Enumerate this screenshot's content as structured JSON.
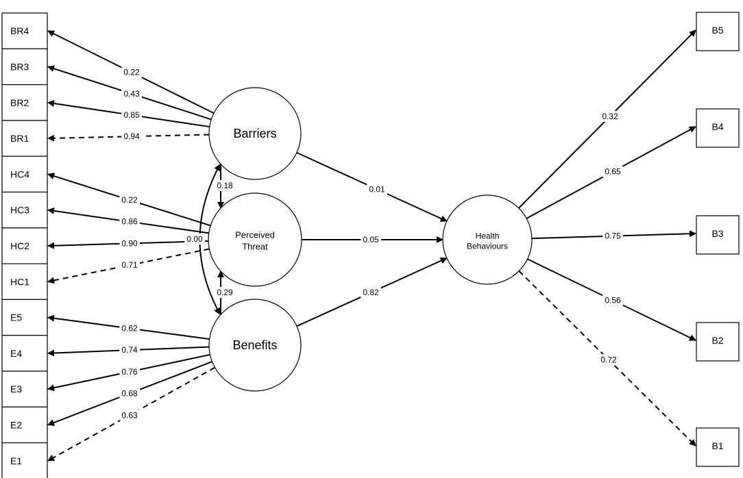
{
  "indicators_left": [
    "BR4",
    "BR3",
    "BR2",
    "BR1",
    "HC4",
    "HC3",
    "HC2",
    "HC1",
    "E5",
    "E4",
    "E3",
    "E2",
    "E1"
  ],
  "indicators_right": [
    "B5",
    "B4",
    "B3",
    "B2",
    "B1"
  ],
  "latents": {
    "barriers": [
      "Barriers"
    ],
    "threat": [
      "Perceived",
      "Threat"
    ],
    "benefits": [
      "Benefits"
    ],
    "health": [
      "Health",
      "Behaviours"
    ]
  },
  "loadings": {
    "barriers": [
      "0.22",
      "0.43",
      "0.85",
      "0.94"
    ],
    "threat": [
      "0.22",
      "0.86",
      "0.90",
      "0.71"
    ],
    "benefits": [
      "0.62",
      "0.74",
      "0.76",
      "0.68",
      "0.63"
    ],
    "health": [
      "0.32",
      "0.65",
      "0.75",
      "0.56",
      "0.72"
    ]
  },
  "paths": {
    "barriers_to_health": "0.01",
    "threat_to_health": "0.05",
    "benefits_to_health": "0.82"
  },
  "correlations": {
    "barriers_threat": "0.18",
    "threat_benefits": "0.29",
    "barriers_benefits": "0.00"
  }
}
